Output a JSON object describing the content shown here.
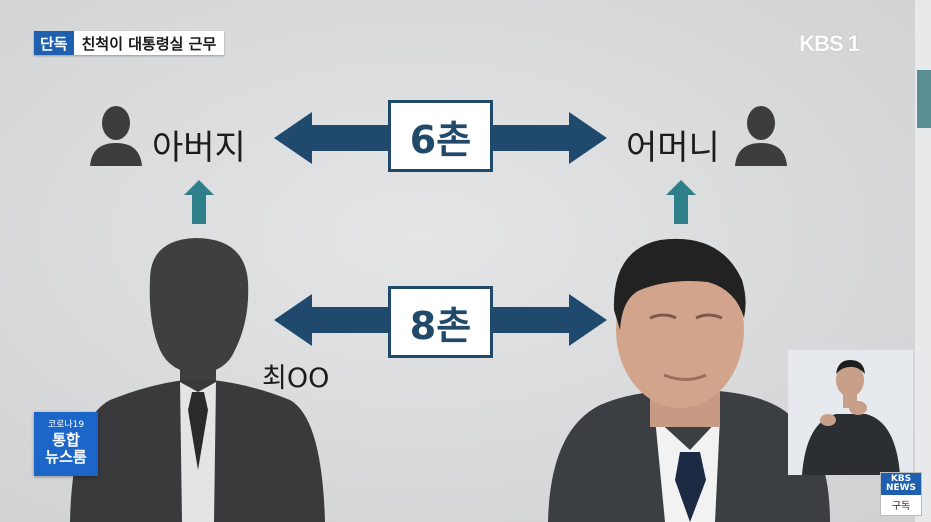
{
  "headline": {
    "tag": "단독",
    "text": "친척이 대통령실 근무"
  },
  "broadcaster_logo": "KBS 1",
  "diagram": {
    "father_label": "아버지",
    "mother_label": "어머니",
    "relation_top": "6촌",
    "relation_bottom": "8촌",
    "person_label": "최OO"
  },
  "news_badge": {
    "line1": "코로나19",
    "line2": "통합",
    "line3": "뉴스룸"
  },
  "subscribe": {
    "logo": "KBS NEWS",
    "label": "구독"
  },
  "colors": {
    "arrow": "#1f4a6d",
    "up_arrow": "#2f7f8a",
    "tag_blue": "#1e5fae",
    "silhouette": "#3f3f41"
  },
  "icons": [
    "person-icon-left",
    "person-icon-right",
    "anonymous-silhouette",
    "presenter-photo",
    "sign-language-interpreter"
  ]
}
